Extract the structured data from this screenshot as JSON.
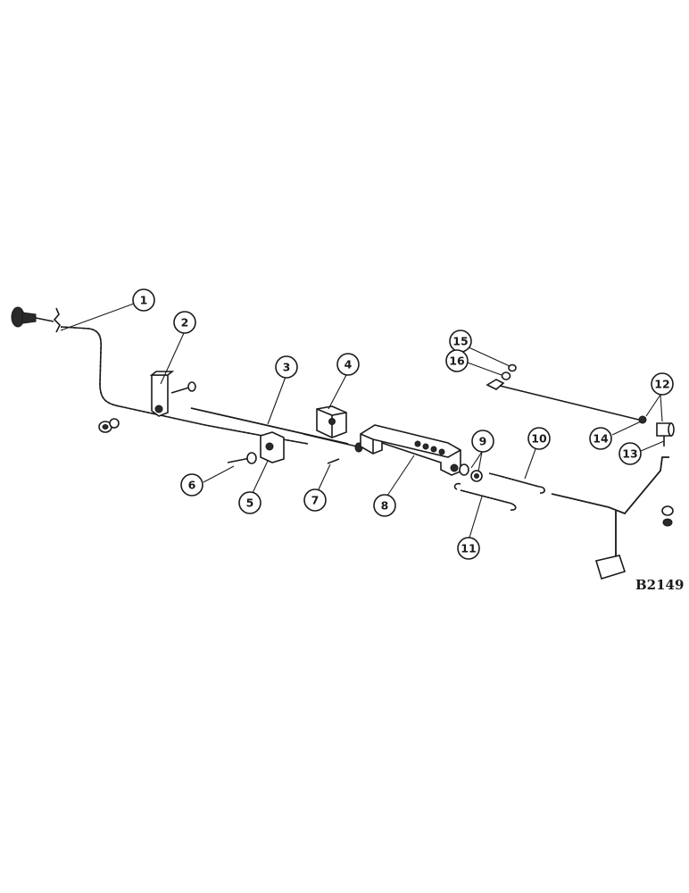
{
  "figure_code": "B2149",
  "callouts": [
    {
      "id": "1",
      "label": "1"
    },
    {
      "id": "2",
      "label": "2"
    },
    {
      "id": "3",
      "label": "3"
    },
    {
      "id": "4",
      "label": "4"
    },
    {
      "id": "5",
      "label": "5"
    },
    {
      "id": "6",
      "label": "6"
    },
    {
      "id": "7",
      "label": "7"
    },
    {
      "id": "8",
      "label": "8"
    },
    {
      "id": "9",
      "label": "9"
    },
    {
      "id": "10",
      "label": "10"
    },
    {
      "id": "11",
      "label": "11"
    },
    {
      "id": "12",
      "label": "12"
    },
    {
      "id": "13",
      "label": "13"
    },
    {
      "id": "14",
      "label": "14"
    },
    {
      "id": "15",
      "label": "15"
    },
    {
      "id": "16",
      "label": "16"
    }
  ]
}
